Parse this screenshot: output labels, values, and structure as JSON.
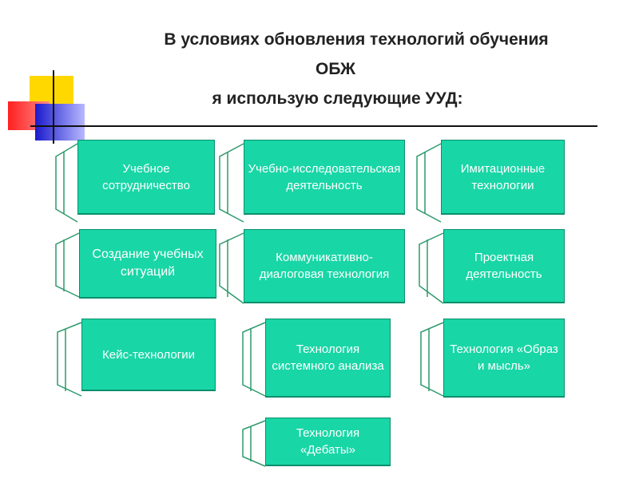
{
  "slide": {
    "title_line1": "В условиях обновления технологий обучения",
    "title_line2": "ОБЖ",
    "title_line3": "я использую следующие УУД:"
  },
  "boxes": [
    {
      "text": "Учебное сотрудничество"
    },
    {
      "text": "Учебно-исследовательская деятельность"
    },
    {
      "text": "Имитационные технологии"
    },
    {
      "text": "Создание учебных ситуаций"
    },
    {
      "text": "Коммуникативно-диалоговая технология"
    },
    {
      "text": "Проектная деятельность"
    },
    {
      "text": "Кейс-технологии"
    },
    {
      "text": "Технология системного анализа"
    },
    {
      "text": "Технология «Образ и мысль»"
    },
    {
      "text": "Технология «Дебаты»"
    }
  ],
  "colors": {
    "box_fill": "#19d6a6",
    "box_border": "#0a8f6c",
    "connector": "#2e9a6c",
    "deco_yellow": "#ffd800",
    "deco_red": "#ff3b3b",
    "deco_blue": "#2a2ad6"
  }
}
